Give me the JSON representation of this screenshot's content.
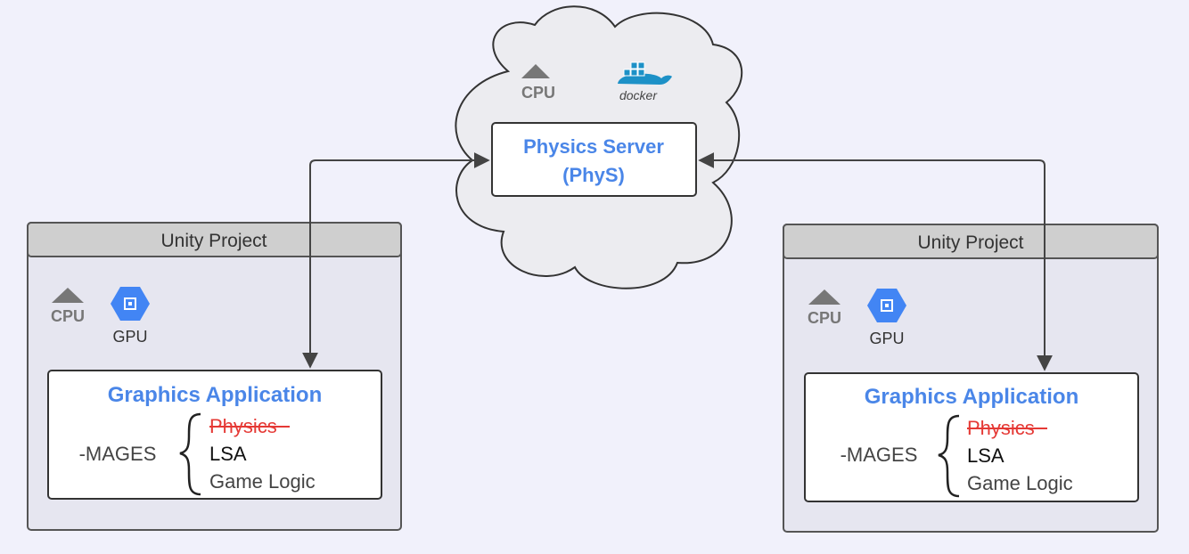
{
  "cloud": {
    "cpu_label": "CPU",
    "docker_label": "docker",
    "server": {
      "title_line1": "Physics Server",
      "title_line2": "(PhyS)"
    }
  },
  "projects": [
    {
      "header": "Unity Project",
      "cpu_label": "CPU",
      "gpu_label": "GPU",
      "app": {
        "title": "Graphics Application",
        "group_label": "-MAGES",
        "items": [
          "Physics",
          "LSA",
          "Game Logic"
        ],
        "struck_item": "Physics"
      }
    },
    {
      "header": "Unity Project",
      "cpu_label": "CPU",
      "gpu_label": "GPU",
      "app": {
        "title": "Graphics Application",
        "group_label": "-MAGES",
        "items": [
          "Physics",
          "LSA",
          "Game Logic"
        ],
        "struck_item": "Physics"
      }
    }
  ],
  "colors": {
    "background": "#f1f1fb",
    "accent_blue": "#4a86e8",
    "strike_red": "#e53935",
    "cloud_fill": "#ececf0",
    "container_fill": "#e6e6f0",
    "header_fill": "#cfcfcf",
    "gpu_blue": "#4285f4",
    "docker_blue": "#1d91c7"
  }
}
